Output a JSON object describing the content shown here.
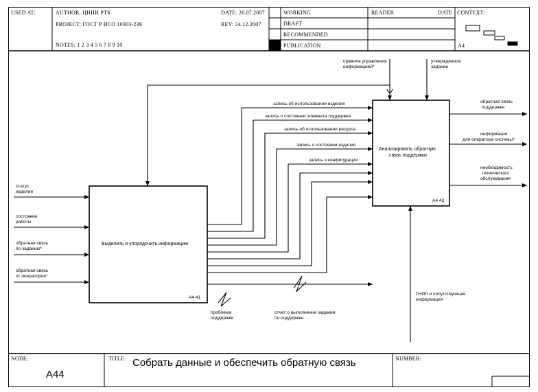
{
  "header": {
    "used_at_label": "USED AT:",
    "author": "AUTHOR: ЦНИИ РТК",
    "project": "PROJECT: ГОСТ Р ИСО 10303-239",
    "notes": "NOTES: 1 2 3 4 5 6 7 8 9 10",
    "date": "DATE: 26.07.2007",
    "rev": "REV: 24.12.2007",
    "status": [
      "WORKING",
      "DRAFT",
      "RECOMMENDED",
      "PUBLICATION"
    ],
    "reader_label": "READER",
    "date_label": "DATE",
    "context_label": "CONTEXT:",
    "context_node": "A4"
  },
  "boxes": {
    "box1": {
      "label": "Выделить и упорядочить информацию",
      "number": "A4 41"
    },
    "box2": {
      "label_line1": "Анализировать обратную",
      "label_line2": "связь поддержки",
      "number": "A4 42"
    }
  },
  "inputs": [
    {
      "line1": "статус",
      "line2": "изделия"
    },
    {
      "line1": "состояние",
      "line2": "работы"
    },
    {
      "line1": "обратная связь",
      "line2": "по заданию*"
    },
    {
      "line1": "обратная связь",
      "line2": "от операторов*"
    }
  ],
  "intermediate": [
    "запись об использовании изделия",
    "запись о состоянии элемента поддержки",
    "запись об использовании ресурса",
    "запись о состоянии изделия",
    "запись о конфигурации"
  ],
  "controls": [
    {
      "line1": "правила управления",
      "line2": "информацией*"
    },
    {
      "line1": "утвержденное",
      "line2": "задание"
    }
  ],
  "outputs": [
    {
      "line1": "обратная связь",
      "line2": "поддержки",
      "line3": ""
    },
    {
      "line1": "информация",
      "line2": "для оператора системы*",
      "line3": ""
    },
    {
      "line1": "необходимость",
      "line2": "технического",
      "line3": "обслуживания"
    }
  ],
  "mechanism": {
    "line1": "ГНИП и сопутствующая",
    "line2": "информация"
  },
  "tunneled": [
    {
      "line1": "проблема",
      "line2": "поддержки"
    },
    {
      "line1": "отчет о выполнении задания",
      "line2": "по поддержке"
    }
  ],
  "footer": {
    "node_label": "NODE:",
    "node_value": "A44",
    "title_label": "TITLE:",
    "title_value": "Собрать данные и  обеспечить обратную  связь",
    "number_label": "NUMBER:"
  }
}
